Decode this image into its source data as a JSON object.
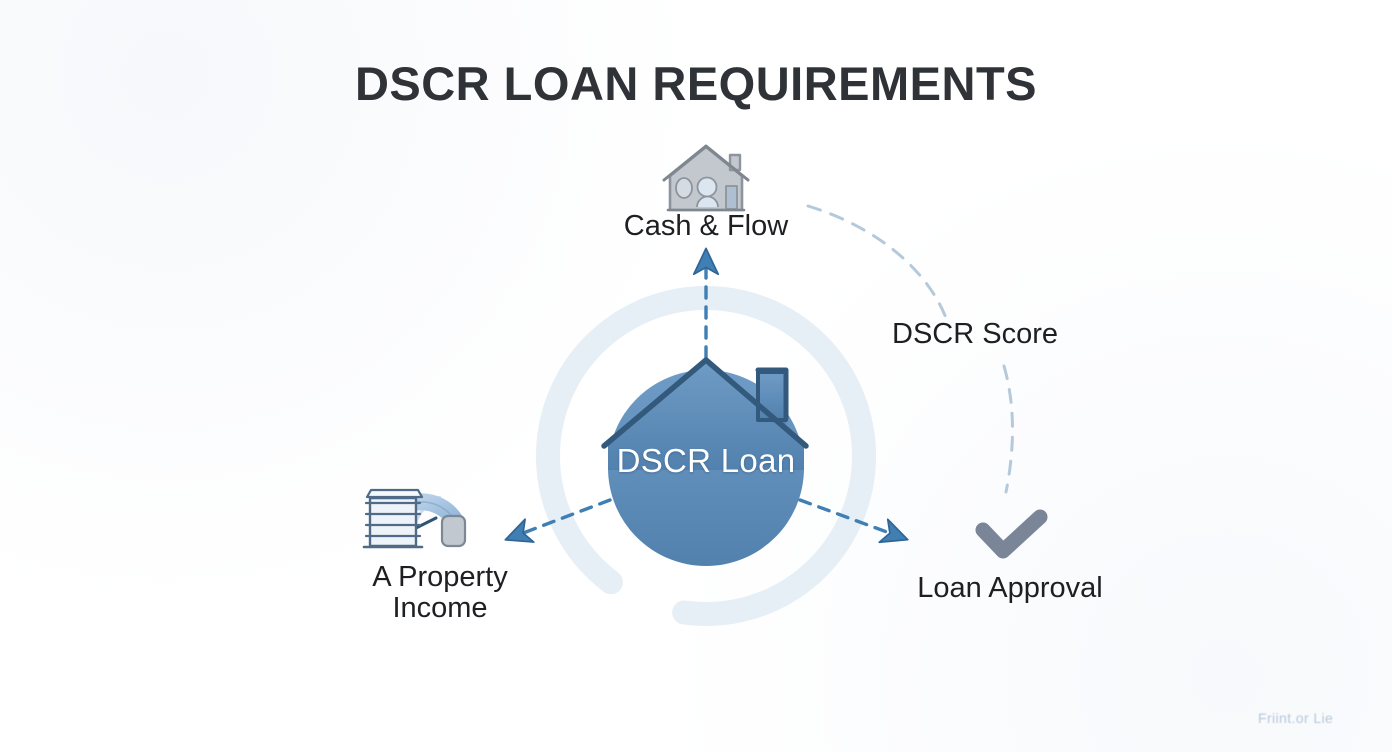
{
  "page": {
    "title": "DSCR LOAN REQUIREMENTS",
    "background_color": "#ffffff",
    "title_color": "#2f3338"
  },
  "center": {
    "label": "DSCR Loan",
    "shape": "house-circle",
    "fill_color": "#5b88b5",
    "outline_color": "#2f5474",
    "text_color": "#ffffff",
    "ring_color": "#e3ecf5"
  },
  "nodes": [
    {
      "id": "cash-flow",
      "label": "Cash & Flow",
      "icon": "house-with-people-icon",
      "icon_color": "#b9bfc7",
      "position": "top"
    },
    {
      "id": "dscr-score",
      "label": "DSCR Score",
      "icon": "none",
      "position": "right-upper"
    },
    {
      "id": "loan-approval",
      "label": "Loan Approval",
      "icon": "checkmark-icon",
      "icon_color": "#737f93",
      "position": "right-lower"
    },
    {
      "id": "property-income",
      "label": "A Property\nIncome",
      "icon": "documents-gauge-icon",
      "icon_color": "#9db8d6",
      "position": "left"
    }
  ],
  "connectors": [
    {
      "id": "arrow-up-to-cash-flow",
      "style": "dashed-arrow",
      "color": "#3f7fb4",
      "direction": "up"
    },
    {
      "id": "arrow-down-left-to-property-income",
      "style": "dashed-arrow",
      "color": "#3f7fb4",
      "direction": "down-left"
    },
    {
      "id": "arrow-down-right-to-loan-approval",
      "style": "dashed-arrow",
      "color": "#3f7fb4",
      "direction": "down-right"
    },
    {
      "id": "arc-cash-flow-to-dscr-score",
      "style": "dashed-arc",
      "color": "#b9cede",
      "direction": "curve"
    },
    {
      "id": "arc-dscr-score-to-loan-approval",
      "style": "dashed-arc",
      "color": "#b9cede",
      "direction": "curve"
    }
  ],
  "watermark": {
    "text": "Friint.or Lie"
  }
}
